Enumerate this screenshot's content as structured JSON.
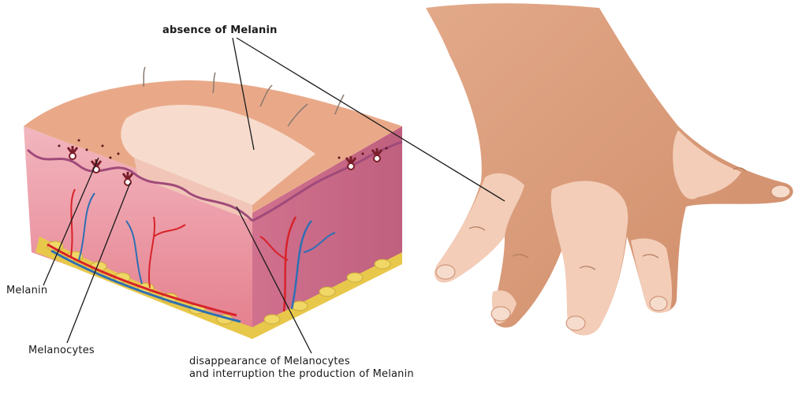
{
  "labels": {
    "absence": "absence of Melanin",
    "melanin": "Melanin",
    "melanocytes": "Melanocytes",
    "disappearance_line1": "disappearance of Melanocytes",
    "disappearance_line2": "and interruption the production of Melanin"
  },
  "colors": {
    "skin_surface": "#e9a989",
    "depigmented": "#f5d3c2",
    "dermis": "#e89aa6",
    "epidermis_edge": "#a04a7a",
    "artery": "#d8232a",
    "vein": "#2f6fb3",
    "fat": "#e8c84a",
    "hand": "#d99a78",
    "hand_patch": "#f3cdb8",
    "leader_line": "#1a1a1a"
  }
}
